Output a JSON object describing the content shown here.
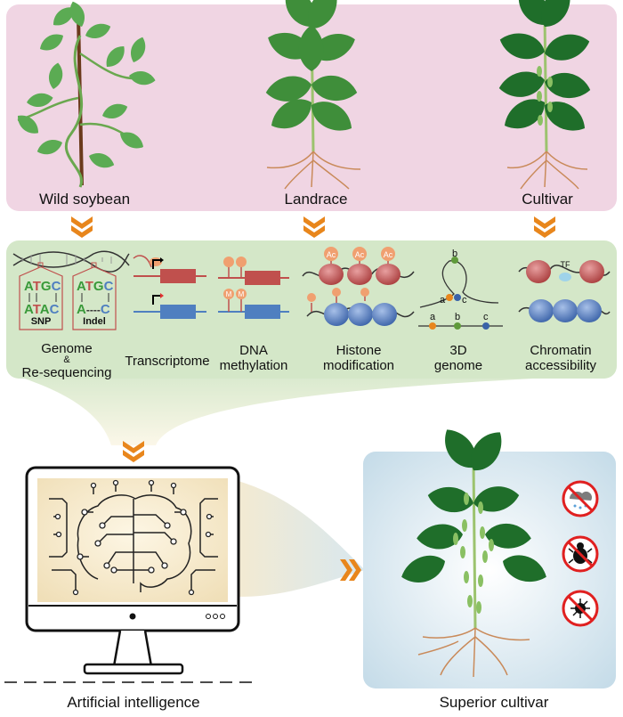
{
  "plants": {
    "wild": "Wild soybean",
    "landrace": "Landrace",
    "cultivar": "Cultivar"
  },
  "omics": {
    "genome": {
      "line1": "Genome",
      "amp": "&",
      "line2": "Re-sequencing",
      "snp_top": "ATGC",
      "snp_bottom": "ATAC",
      "snp_label": "SNP",
      "indel_top": "ATGC",
      "indel_bottom": "A----C",
      "indel_label": "Indel"
    },
    "transcriptome": {
      "line1": "Transcriptome"
    },
    "methylation": {
      "line1": "DNA",
      "line2": "methylation",
      "mark": "M"
    },
    "histone": {
      "line1": "Histone",
      "line2": "modification",
      "mark": "Ac"
    },
    "genome3d": {
      "line1": "3D",
      "line2": "genome",
      "a": "a",
      "b": "b",
      "c": "c"
    },
    "chromatin": {
      "line1": "Chromatin",
      "line2": "accessibility",
      "tf": "TF"
    }
  },
  "bottom": {
    "ai": "Artificial intelligence",
    "superior": "Superior cultivar"
  },
  "colors": {
    "pink_panel": "#f0d5e3",
    "green_panel": "#d4e7c8",
    "blue_panel": "#dbe9f1",
    "arrow": "#e8861c",
    "leaf_light": "#5bab53",
    "leaf_mid": "#3f8e3a",
    "leaf_dark": "#1f6e2a",
    "red_block": "#c0504d",
    "blue_block": "#4f7fc0",
    "orange_mark": "#f0a070",
    "monitor_screen": "#f6eedc"
  },
  "icons": [
    "dna-helix-icon",
    "brain-circuit-icon",
    "no-drought-icon",
    "no-insect-icon",
    "no-pathogen-icon"
  ]
}
